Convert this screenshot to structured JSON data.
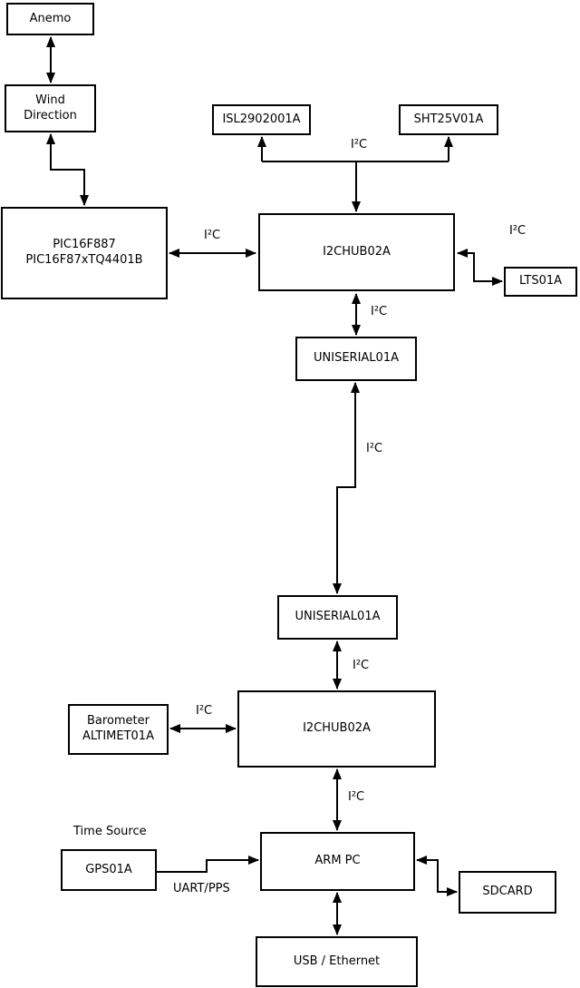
{
  "diagram": {
    "nodes": {
      "anemo": {
        "label": "Anemo"
      },
      "wind_direction": {
        "label": "Wind\nDirection"
      },
      "pic": {
        "label": "PIC16F887\nPIC16F87xTQ4401B"
      },
      "isl": {
        "label": "ISL2902001A"
      },
      "sht": {
        "label": "SHT25V01A"
      },
      "hub1": {
        "label": "I2CHUB02A"
      },
      "lts": {
        "label": "LTS01A"
      },
      "uniserial1": {
        "label": "UNISERIAL01A"
      },
      "uniserial2": {
        "label": "UNISERIAL01A"
      },
      "hub2": {
        "label": "I2CHUB02A"
      },
      "barometer": {
        "label": "Barometer\nALTIMET01A"
      },
      "gps": {
        "label": "GPS01A"
      },
      "armpc": {
        "label": "ARM PC"
      },
      "sdcard": {
        "label": "SDCARD"
      },
      "usb": {
        "label": "USB / Ethernet"
      }
    },
    "labels": {
      "bus": "I²C",
      "time_source": "Time Source",
      "uart_pps": "UART/PPS"
    },
    "colors": {
      "line": "#000000",
      "box_border": "#000000",
      "background": "#ffffff"
    }
  }
}
